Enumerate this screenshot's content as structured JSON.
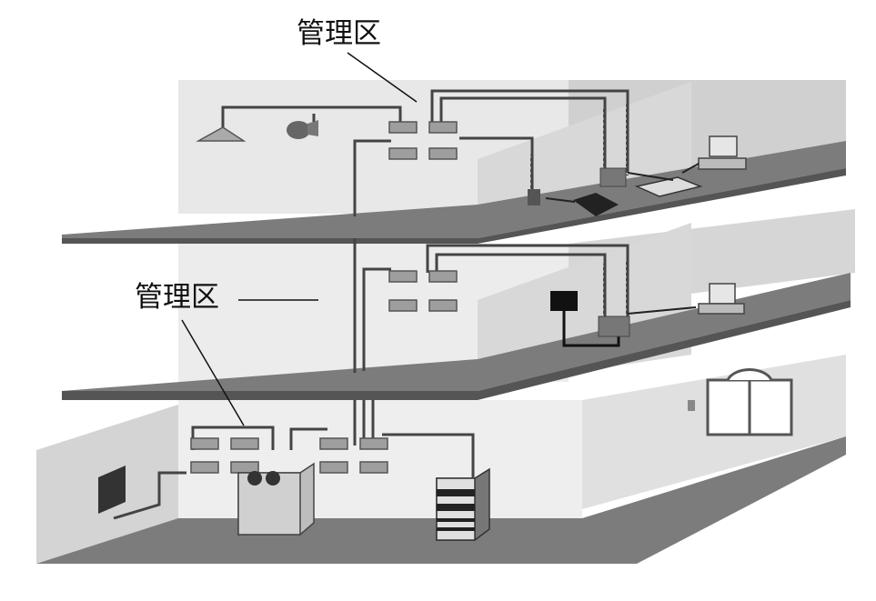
{
  "labels": {
    "top": "管理区",
    "middle": "管理区"
  },
  "colors": {
    "wall_back": "#e6e6e6",
    "wall_side": "#cfcfcf",
    "floor_top": "#7d7d7d",
    "floor_edge": "#5a5a5a",
    "cable": "#444444",
    "equipment": "#9a9a9a"
  },
  "scene": {
    "floors": 3,
    "items": [
      "ceiling-lamp",
      "speaker",
      "telephone",
      "fax",
      "computer",
      "video-camera",
      "server-rack",
      "cabinet",
      "wall-box",
      "window",
      "wall-switch",
      "patch-panels"
    ]
  }
}
